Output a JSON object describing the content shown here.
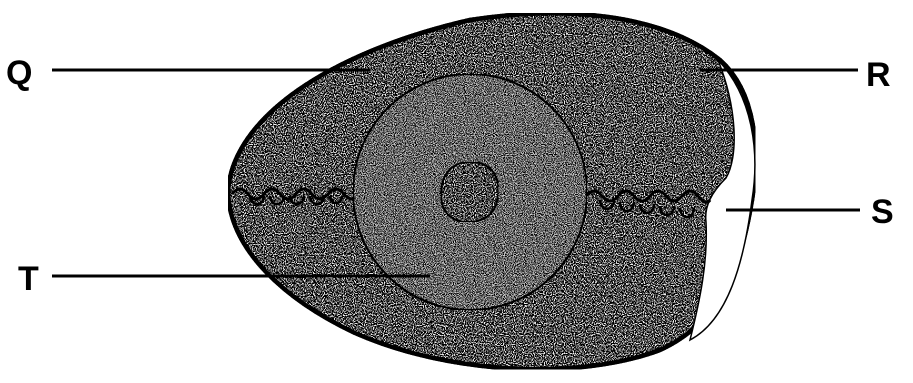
{
  "labels": {
    "q": "Q",
    "r": "R",
    "s": "S",
    "t": "T"
  },
  "colors": {
    "outline": "#000000",
    "albumen_fill": "#f3f3f3",
    "yolk_fill": "#d0d0d0",
    "blastodisc_fill": "#ececec",
    "background": "#ffffff"
  }
}
